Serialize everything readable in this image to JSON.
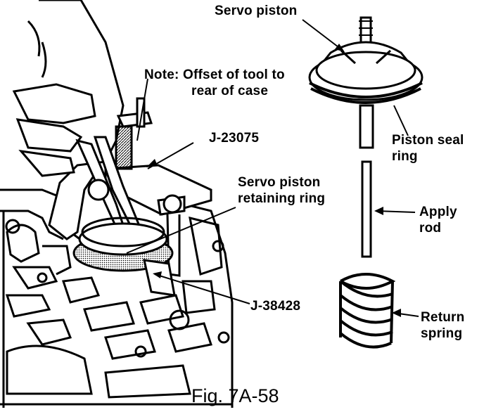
{
  "labels": {
    "servo_piston": "Servo piston",
    "note_line1": "Note: Offset of tool to",
    "note_line2": "rear of case",
    "tool_j23075": "J-23075",
    "retaining_ring_line1": "Servo piston",
    "retaining_ring_line2": "retaining ring",
    "piston_seal_line1": "Piston seal",
    "piston_seal_line2": "ring",
    "apply_rod_line1": "Apply",
    "apply_rod_line2": "rod",
    "tool_j38428": "J-38428",
    "return_spring_line1": "Return",
    "return_spring_line2": "spring"
  },
  "caption": "Fig. 7A-58"
}
